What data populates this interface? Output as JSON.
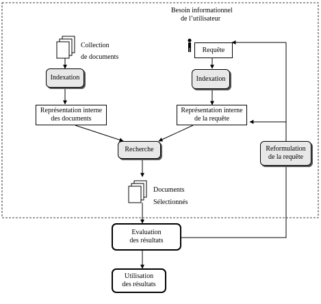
{
  "need_label": [
    "Besoin informationnel",
    "de l’utilisateur"
  ],
  "collection_label": [
    "Collection",
    "de documents"
  ],
  "documents_label": [
    "Documents",
    "Sélectionnés"
  ],
  "boxes": {
    "indexation_docs": [
      "Indexation"
    ],
    "requete": [
      "Requête"
    ],
    "indexation_req": [
      "Indexation"
    ],
    "rep_docs": [
      "Représentation interne",
      "des documents"
    ],
    "rep_req": [
      "Représentation interne",
      "de la requête"
    ],
    "recherche": [
      "Recherche"
    ],
    "reformulation": [
      "Reformulation",
      "de la requête"
    ],
    "evaluation": [
      "Evaluation",
      "des résultats"
    ],
    "utilisation": [
      "Utilisation",
      "des résultats"
    ]
  },
  "colors": {
    "ink": "#000000",
    "shade": "#e8e8e8",
    "shadow": "#555555"
  },
  "icons": {
    "user": "person-icon",
    "documents": "document-stack-icon"
  }
}
